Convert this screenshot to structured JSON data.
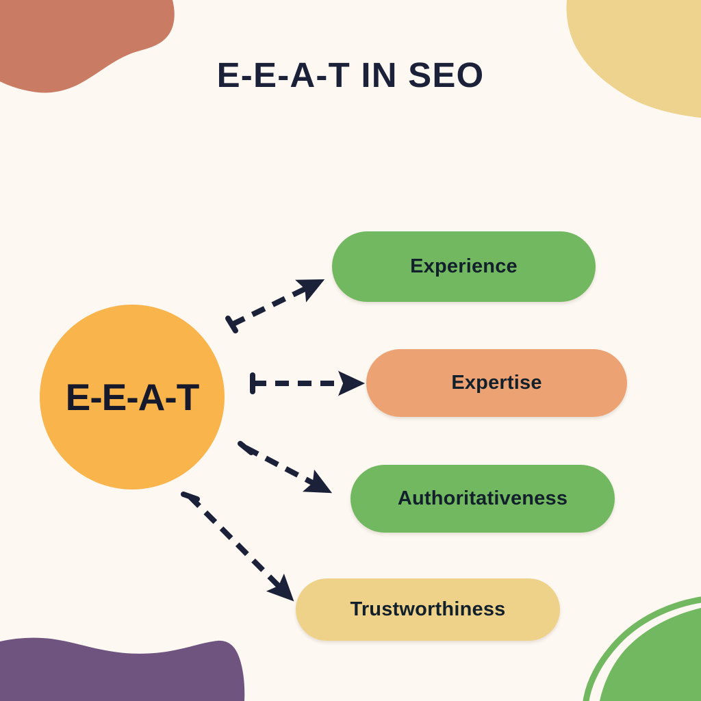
{
  "page": {
    "title": "E-E-A-T IN SEO",
    "background_color": "#FDF8F2",
    "text_color": "#1B2138"
  },
  "hub": {
    "label": "E-E-A-T",
    "color": "#F9B44C",
    "text_color": "#16192B"
  },
  "pillars": [
    {
      "label": "Experience",
      "color": "#72B860",
      "text_color": "#11202A"
    },
    {
      "label": "Expertise",
      "color": "#EDA274",
      "text_color": "#11202A"
    },
    {
      "label": "Authoritativeness",
      "color": "#72B860",
      "text_color": "#11202A"
    },
    {
      "label": "Trustworthiness",
      "color": "#EFD289",
      "text_color": "#11202A"
    }
  ],
  "connectors": {
    "style": "dashed-arrow",
    "color": "#1B2138",
    "count": 4
  },
  "decorations": [
    {
      "name": "top-left-blob",
      "color": "#C97B63"
    },
    {
      "name": "top-right-blob",
      "color": "#EDD38D"
    },
    {
      "name": "bottom-left-blob",
      "color": "#6F5480"
    },
    {
      "name": "bottom-right-blob",
      "color": "#72B860"
    }
  ]
}
